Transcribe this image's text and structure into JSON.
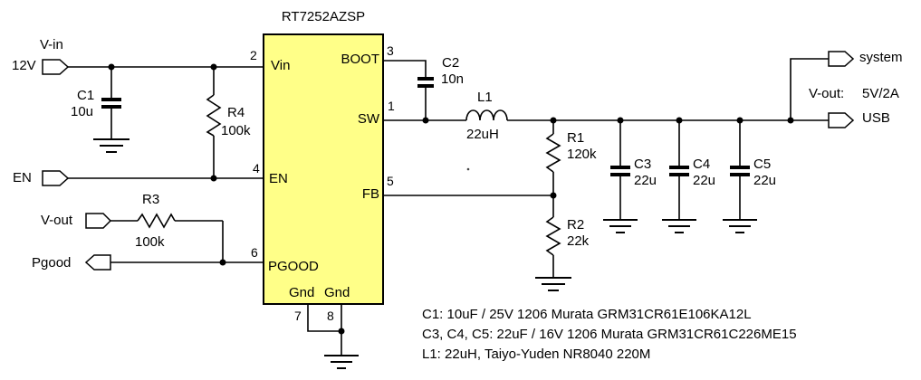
{
  "ic": {
    "name": "RT7252AZSP",
    "pins": {
      "vin": {
        "num": "2",
        "label": "Vin"
      },
      "en": {
        "num": "4",
        "label": "EN"
      },
      "pgood": {
        "num": "6",
        "label": "PGOOD"
      },
      "boot": {
        "num": "3",
        "label": "BOOT"
      },
      "sw": {
        "num": "1",
        "label": "SW"
      },
      "fb": {
        "num": "5",
        "label": "FB"
      },
      "gnd1": {
        "num": "7",
        "label": "Gnd"
      },
      "gnd2": {
        "num": "8",
        "label": "Gnd"
      }
    }
  },
  "ports": {
    "vin_net": "V-in",
    "vin_value": "12V",
    "en": "EN",
    "vout_feedback": "V-out",
    "pgood": "Pgood",
    "system": "system",
    "usb": "USB",
    "vout_label": "V-out:",
    "vout_rating": "5V/2A"
  },
  "components": {
    "c1": {
      "ref": "C1",
      "value": "10u"
    },
    "c2": {
      "ref": "C2",
      "value": "10n"
    },
    "c3": {
      "ref": "C3",
      "value": "22u"
    },
    "c4": {
      "ref": "C4",
      "value": "22u"
    },
    "c5": {
      "ref": "C5",
      "value": "22u"
    },
    "l1": {
      "ref": "L1",
      "value": "22uH"
    },
    "r1": {
      "ref": "R1",
      "value": "120k"
    },
    "r2": {
      "ref": "R2",
      "value": "22k"
    },
    "r3": {
      "ref": "R3",
      "value": "100k"
    },
    "r4": {
      "ref": "R4",
      "value": "100k"
    }
  },
  "notes": [
    "C1: 10uF / 25V 1206 Murata GRM31CR61E106KA12L",
    "C3, C4, C5: 22uF / 16V 1206 Murata GRM31CR61C226ME15",
    "L1: 22uH, Taiyo-Yuden NR8040 220M"
  ],
  "colors": {
    "ic_fill": "#FFFF88",
    "wire": "#000000",
    "background": "#FFFFFF"
  }
}
